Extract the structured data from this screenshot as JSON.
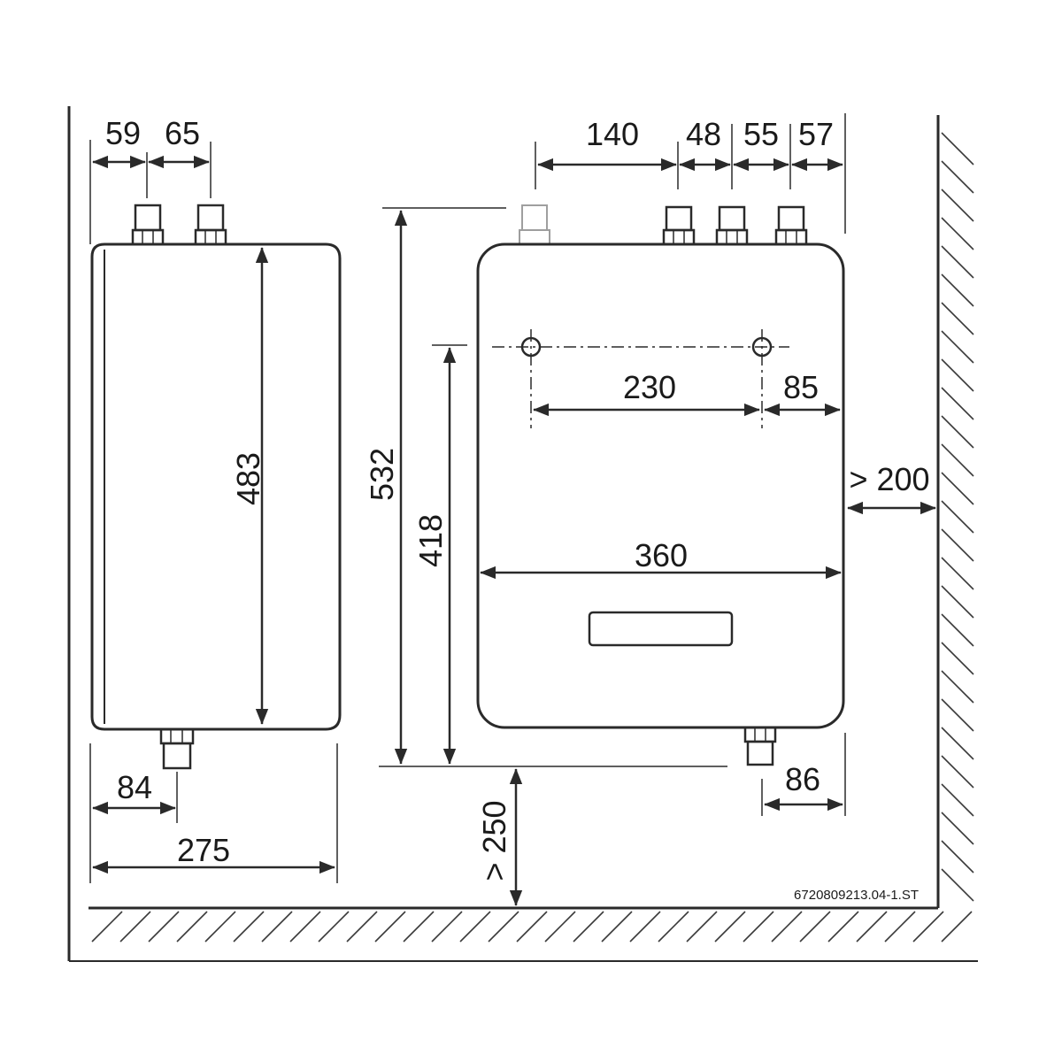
{
  "colors": {
    "line": "#2a2a2a",
    "hatch": "#3a3a3a",
    "background": "#ffffff"
  },
  "side_view": {
    "top_left": "59",
    "top_right": "65",
    "height": "483",
    "bottom_pipe": "84",
    "depth": "275"
  },
  "front_view": {
    "top_140": "140",
    "top_48": "48",
    "top_55": "55",
    "top_57": "57",
    "total_height": "532",
    "mount_height": "418",
    "hole_spacing": "230",
    "hole_edge": "85",
    "width": "360",
    "bottom_pipe": "86"
  },
  "clearances": {
    "wall": "> 200",
    "floor": "> 250"
  },
  "reference_code": "6720809213.04-1.ST"
}
